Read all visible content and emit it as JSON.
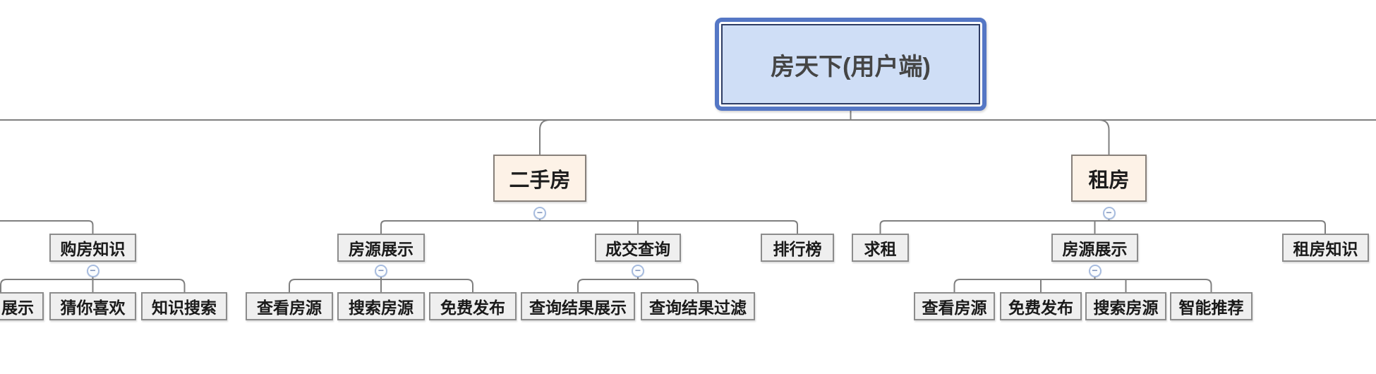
{
  "mindmap": {
    "root": {
      "label": "房天下(用户端)"
    },
    "branches": {
      "buy_knowledge": {
        "label": "购房知识",
        "children": {
          "display_partial": {
            "label": "展示"
          },
          "guess_you_like": {
            "label": "猜你喜欢"
          },
          "knowledge_search": {
            "label": "知识搜索"
          }
        }
      },
      "second_hand": {
        "label": "二手房",
        "children": {
          "listing_display": {
            "label": "房源展示",
            "children": {
              "view_listings": {
                "label": "查看房源"
              },
              "search_listings": {
                "label": "搜索房源"
              },
              "free_publish": {
                "label": "免费发布"
              }
            }
          },
          "deal_query": {
            "label": "成交查询",
            "children": {
              "result_display": {
                "label": "查询结果展示"
              },
              "result_filter": {
                "label": "查询结果过滤"
              }
            }
          },
          "ranking": {
            "label": "排行榜"
          }
        }
      },
      "rent": {
        "label": "租房",
        "children": {
          "seek_rent": {
            "label": "求租"
          },
          "listing_display": {
            "label": "房源展示",
            "children": {
              "view_listings": {
                "label": "查看房源"
              },
              "free_publish": {
                "label": "免费发布"
              },
              "search_listings": {
                "label": "搜索房源"
              },
              "smart_recommend": {
                "label": "智能推荐"
              }
            }
          },
          "rent_knowledge": {
            "label": "租房知识"
          }
        }
      }
    }
  },
  "icons": {
    "collapse": "−"
  },
  "colors": {
    "line": "#7f7f7f",
    "root_fill": "#cfdef6",
    "root_selection_border": "#5577c5",
    "root_inner_border": "#2e3c64",
    "branch_fill": "#fdf2e7",
    "branch_border": "#87807a",
    "node_fill": "#efefef",
    "node_border": "#8c8c8c",
    "collapse_border": "#a7bcdf",
    "collapse_glyph": "#8094bc"
  }
}
